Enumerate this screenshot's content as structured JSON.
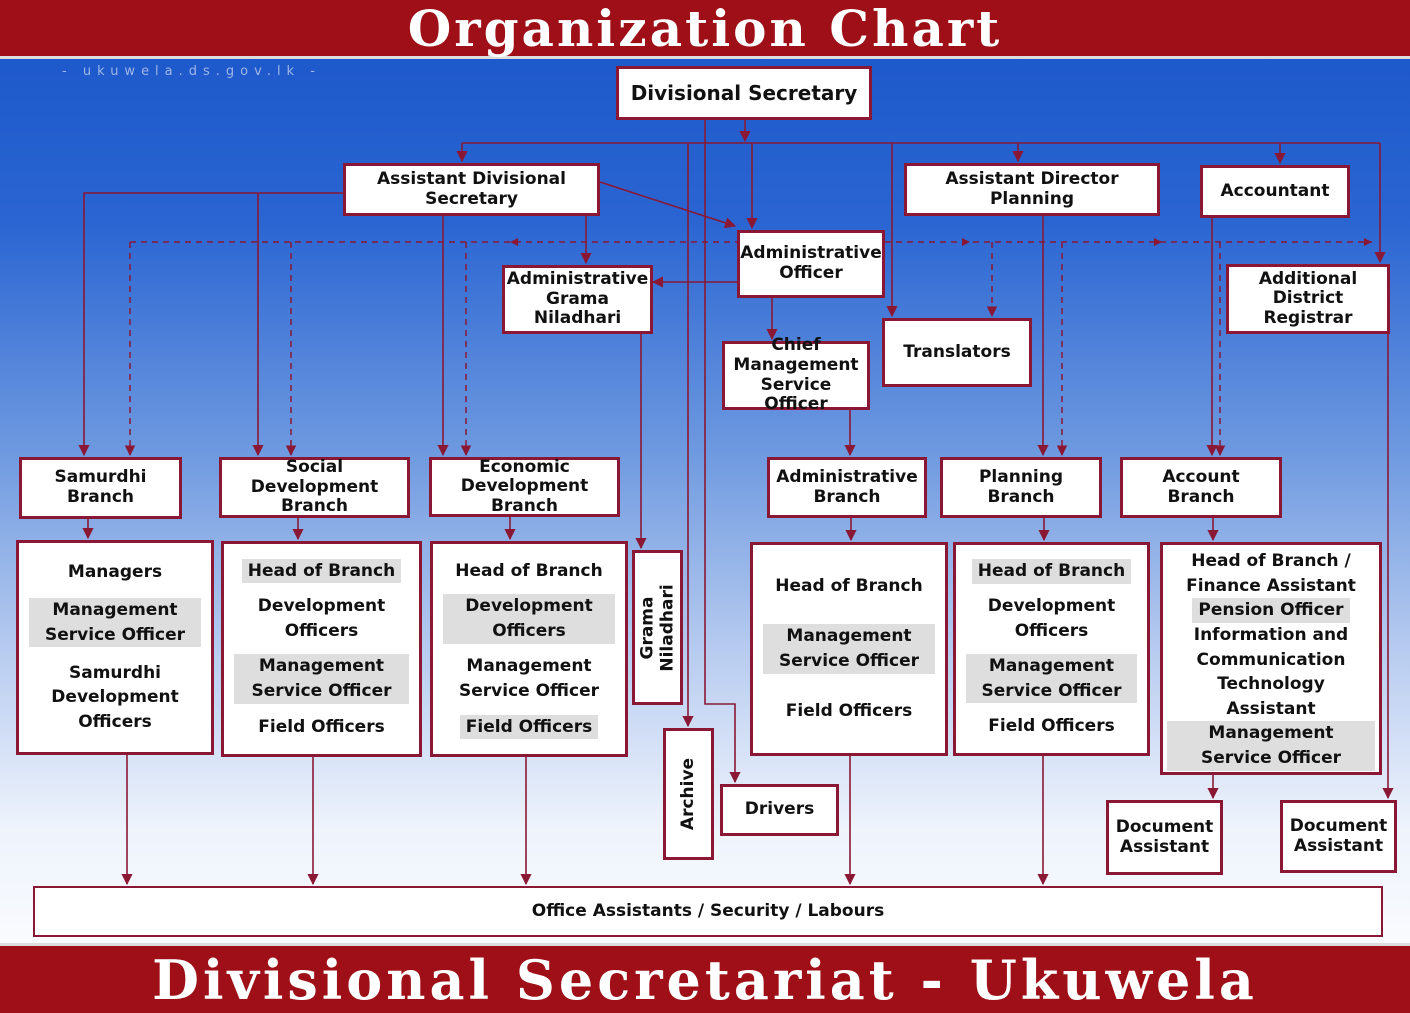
{
  "header": {
    "title": "Organization Chart"
  },
  "watermark": "- ukuwela.ds.gov.lk -",
  "footer": {
    "title": "Divisional Secretariat - Ukuwela"
  },
  "nodes": {
    "divisional_secretary": "Divisional Secretary",
    "assistant_divisional_secretary": "Assistant Divisional Secretary",
    "assistant_director_planning": "Assistant Director Planning",
    "accountant": "Accountant",
    "administrative_officer": "Administrative Officer",
    "administrative_grama_niladhari": "Administrative Grama Niladhari",
    "additional_district_registrar": "Additional District Registrar",
    "translators": "Translators",
    "chief_management_service_officer": "Chief Management Service Officer",
    "samurdhi_branch": "Samurdhi Branch",
    "social_development_branch": "Social Development Branch",
    "economic_development_branch": "Economic Development Branch",
    "administrative_branch": "Administrative Branch",
    "planning_branch": "Planning Branch",
    "account_branch": "Account Branch",
    "grama_niladhari": "Grama Niladhari",
    "archive": "Archive",
    "drivers": "Drivers",
    "document_assistant_1": "Document Assistant",
    "document_assistant_2": "Document Assistant",
    "office_assistants": "Office Assistants / Security / Labours"
  },
  "staff": {
    "samurdhi": [
      "Managers",
      "Management Service Officer",
      "Samurdhi Development Officers"
    ],
    "social": [
      "Head of Branch",
      "Development Officers",
      "Management Service Officer",
      "Field Officers"
    ],
    "economic": [
      "Head of Branch",
      "Development Officers",
      "Management Service Officer",
      "Field Officers"
    ],
    "administrative": [
      "Head of Branch",
      "Management Service Officer",
      "Field Officers"
    ],
    "planning": [
      "Head of Branch",
      "Development Officers",
      "Management Service Officer",
      "Field Officers"
    ],
    "account": [
      "Head of Branch / Finance Assistant",
      "Pension Officer",
      "Information and Communication Technology Assistant",
      "Management Service Officer"
    ]
  },
  "colors": {
    "banner": "#9e0f17",
    "border": "#8a1834",
    "connector": "#8a1834",
    "shade": "#dedede"
  }
}
